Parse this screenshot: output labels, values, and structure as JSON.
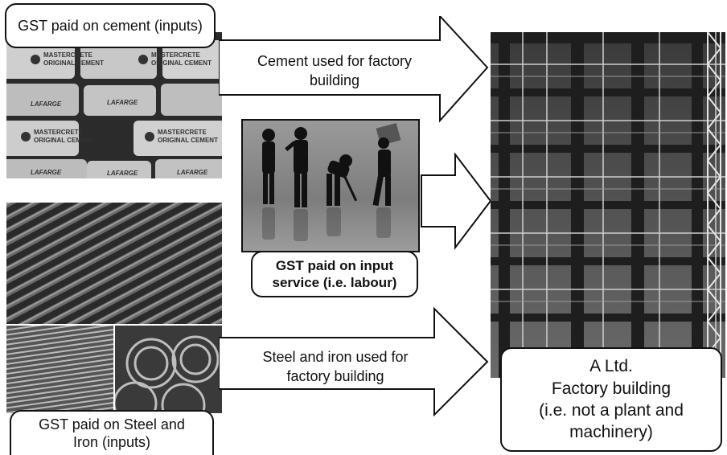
{
  "labels": {
    "cement": "GST paid on cement (inputs)",
    "labour_line1": "GST paid on input",
    "labour_line2": "service (i.e. labour)",
    "steel_line1": "GST paid on Steel and",
    "steel_line2": "Iron (inputs)",
    "factory_line1": "A Ltd.",
    "factory_line2": "Factory building",
    "factory_line3": "(i.e. not a plant and",
    "factory_line4": "machinery)"
  },
  "arrows": {
    "cement_line1": "Cement used for factory",
    "cement_line2": "building",
    "steel_line1": "Steel and iron used for",
    "steel_line2": "factory building"
  },
  "cement_bags": {
    "brand1_line1": "MASTERCRETE",
    "brand1_line2": "ORIGINAL CEMENT",
    "brand2": "LAFARGE"
  },
  "colors": {
    "photo_dark": "#2a2a2a",
    "bag": "#cfcfcf",
    "labour_bg": "#8a8a8a",
    "silhouette": "#111111"
  }
}
